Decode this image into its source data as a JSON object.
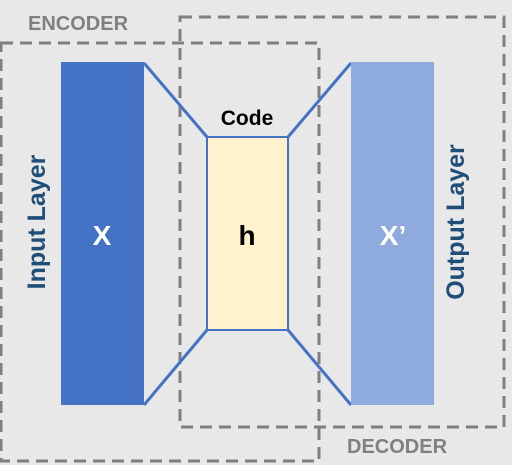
{
  "labels": {
    "encoder": "ENCODER",
    "decoder": "DECODER",
    "code": "Code",
    "input_block": "X",
    "code_block": "h",
    "output_block": "X’",
    "input_layer": "Input Layer",
    "output_layer": "Output Layer"
  },
  "colors": {
    "background": "#e8e8e8",
    "dashed_border": "#7f7f7f",
    "input_block_fill": "#4472c4",
    "input_block_text": "#ffffff",
    "code_block_fill": "#fff2cc",
    "code_block_stroke": "#4472c4",
    "code_block_text": "#000000",
    "output_block_fill": "#8faadc",
    "output_block_text": "#ffffff",
    "connector_line": "#4472c4",
    "layer_label_text": "#1f4e79",
    "section_label_text": "#808080"
  }
}
